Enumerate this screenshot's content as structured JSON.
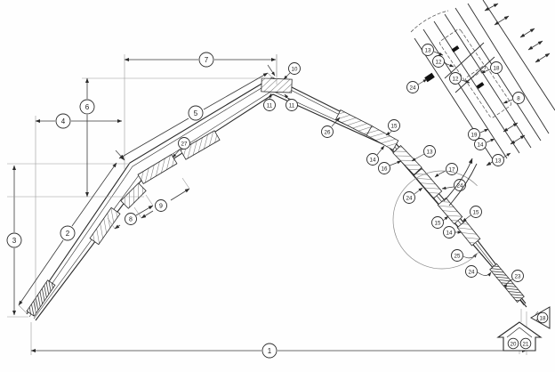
{
  "diagram": {
    "dims": {
      "d1": "1",
      "d2": "2",
      "d3": "3",
      "d4": "4",
      "d5": "5",
      "d6": "6",
      "d7": "7",
      "d8": "8",
      "d9": "9"
    },
    "parts": {
      "p27": "27",
      "p10": "10",
      "p11a": "11",
      "p11b": "11",
      "p26": "26",
      "p15a": "15",
      "p14a": "14",
      "p16": "16",
      "p13": "13",
      "p17": "17",
      "p24a": "24",
      "p24b": "24",
      "p15b": "15",
      "p14b": "14",
      "p15c": "15",
      "p25": "25",
      "p24c": "24",
      "p23": "23"
    },
    "markers": {
      "flag": "18",
      "house_left": "20",
      "house_right": "21"
    },
    "detail": {
      "c13a": "13",
      "c12a": "12",
      "c12b": "12",
      "c24": "24",
      "c18": "18",
      "c8": "8",
      "c19": "19",
      "c14": "14",
      "c13b": "13"
    }
  }
}
